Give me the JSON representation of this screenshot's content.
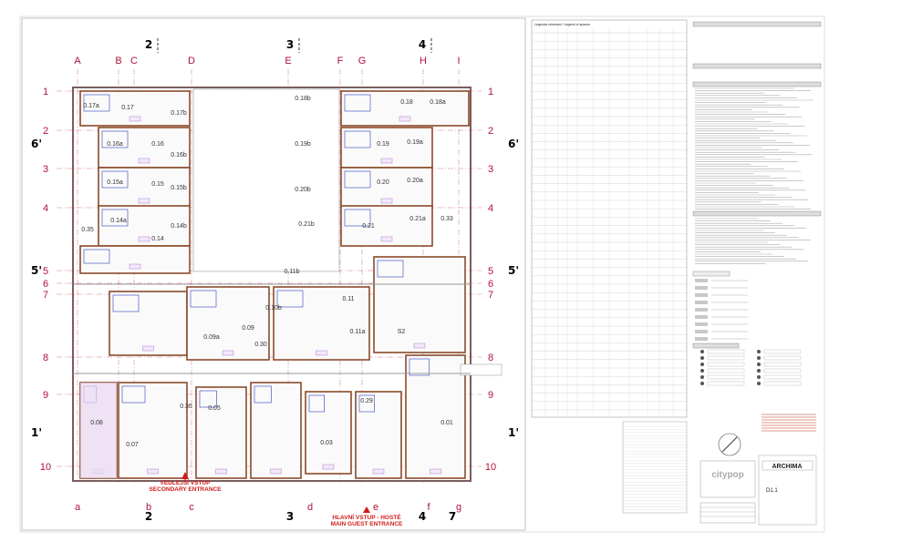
{
  "grid": {
    "top_columns": [
      "A",
      "B",
      "C",
      "D",
      "E",
      "F",
      "G",
      "H",
      "I"
    ],
    "bottom_columns": [
      "a",
      "b",
      "c",
      "d",
      "e",
      "f",
      "g"
    ],
    "rows": [
      "1",
      "2",
      "3",
      "4",
      "5",
      "6",
      "7",
      "8",
      "9",
      "10"
    ],
    "rows_primed": [
      "6'",
      "5'",
      "1'"
    ],
    "section_marks_top": [
      "2",
      "3",
      "4"
    ],
    "section_marks_bottom": [
      "2",
      "3",
      "4",
      "7"
    ]
  },
  "rooms": [
    "0.17a",
    "0.17",
    "0.17b",
    "0.18b",
    "0.18",
    "0.18a",
    "0.16a",
    "0.16",
    "0.16b",
    "0.19",
    "0.19a",
    "0.19b",
    "0.15a",
    "0.15",
    "0.15b",
    "0.20",
    "0.20a",
    "0.20b",
    "0.14a",
    "0.14",
    "0.14b",
    "0.21",
    "0.21a",
    "0.21b",
    "0.35",
    "0.33",
    "0.11b",
    "0.11",
    "0.11a",
    "0.10b",
    "0.09",
    "0.09a",
    "0.30",
    "S2",
    "0.08",
    "0.07",
    "0.36",
    "0.05",
    "0.03",
    "0.29",
    "0.01"
  ],
  "entrances": {
    "secondary_cz": "VEDLEJŠÍ VSTUP",
    "secondary_en": "SECONDARY ENTRANCE",
    "main_cz": "HLAVNÍ VSTUP - HOSTÉ",
    "main_en": "MAIN GUEST ENTRANCE"
  },
  "legend_table": {
    "title": "Legenda místností / Legend of spaces"
  },
  "title_block": {
    "client_logo": "citypop",
    "architect_logo": "ARCHIMA",
    "sheet_number": "D1.1"
  },
  "colors": {
    "grid": "#b0123a",
    "wall": "#8a4a2a",
    "entrance": "#d01c1c",
    "blue": "#2a3fbf"
  }
}
